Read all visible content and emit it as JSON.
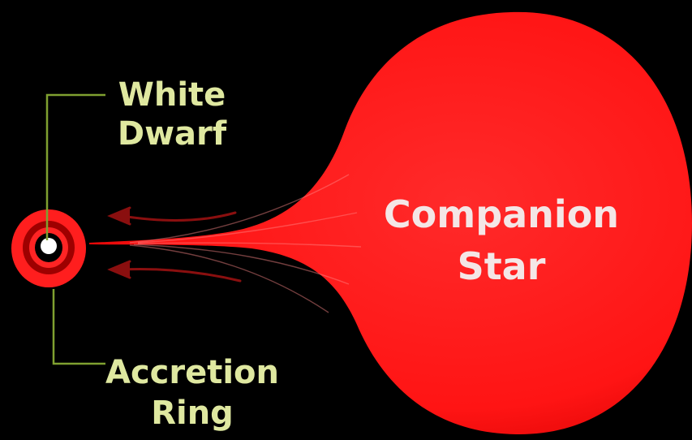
{
  "labels": {
    "white_dwarf_line1": "White",
    "white_dwarf_line2": "Dwarf",
    "accretion_line1": "Accretion",
    "accretion_line2": "Ring",
    "companion_line1": "Companion",
    "companion_line2": "Star"
  },
  "colors": {
    "background": "#000000",
    "star_red": "#ff1f1f",
    "star_dark_red": "#c20000",
    "ring_red": "#ff2020",
    "white_dwarf": "#ffffff",
    "label_green": "#dfe8a0",
    "leader_line": "#7fa030",
    "arrow_red": "#8a0f0f",
    "companion_text": "#f4e6e6"
  },
  "icons": {
    "flow_arrow": "arrow-left-icon"
  }
}
